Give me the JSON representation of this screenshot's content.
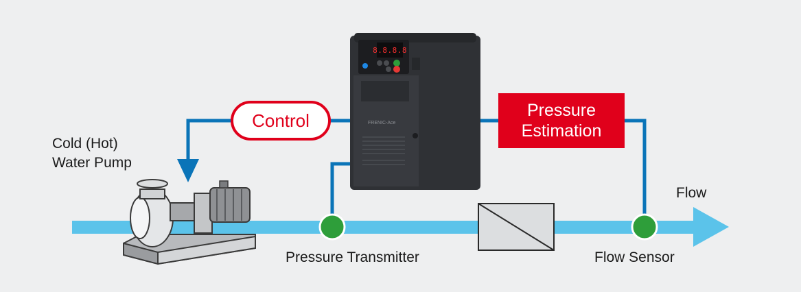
{
  "labels": {
    "pump_line1": "Cold (Hot)",
    "pump_line2": "Water Pump",
    "control": "Control",
    "pressure_estimation_line1": "Pressure",
    "pressure_estimation_line2": "Estimation",
    "pressure_transmitter": "Pressure Transmitter",
    "flow_sensor": "Flow Sensor",
    "flow": "Flow"
  },
  "inverter": {
    "display_value": "8.8.8.8",
    "brand_text": "FRENIC-Ace"
  },
  "colors": {
    "background": "#eeeff0",
    "pipe": "#5bc3ea",
    "signal_line": "#0a74b8",
    "control_accent": "#e0001b",
    "estimation_box": "#e0001b",
    "sensor": "#2e9e3a",
    "inverter_body": "#2f3135"
  },
  "icons": [
    "pump-icon",
    "inverter-icon",
    "pressure-sensor-icon",
    "flow-sensor-icon",
    "valve-icon",
    "flow-arrow-icon"
  ]
}
